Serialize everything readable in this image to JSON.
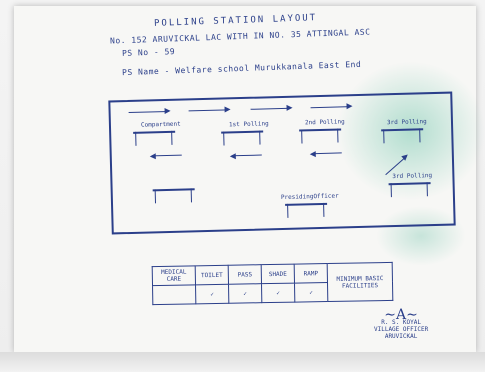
{
  "header": {
    "title": "POLLING STATION LAYOUT",
    "line2": "No. 152 ARUVICKAL LAC WITH IN NO. 35 ATTINGAL ASC",
    "line3": "PS No - 59",
    "line4": "PS Name - Welfare school Murukkanala East End"
  },
  "layout": {
    "labels": {
      "compartment": "Compartment",
      "first_polling": "1st Polling",
      "second_polling": "2nd Polling",
      "third_polling": "3rd Polling",
      "presiding": "PresidingOfficer",
      "zero_polling": "3rd Polling"
    }
  },
  "facilities_table": {
    "headers": [
      "MEDICAL CARE",
      "TOILET",
      "PASS",
      "SHADE",
      "RAMP",
      "MINIMUM BASIC FACILITIES"
    ],
    "row": [
      "",
      "✓",
      "✓",
      "✓",
      "✓",
      ""
    ]
  },
  "signature": {
    "name": "R. S. KOYAL",
    "title": "VILLAGE OFFICER",
    "place": "ARUVICKAL"
  },
  "colors": {
    "ink": "#2b3f8a",
    "paper": "#f7f7f5",
    "stain": "#78c8af"
  }
}
